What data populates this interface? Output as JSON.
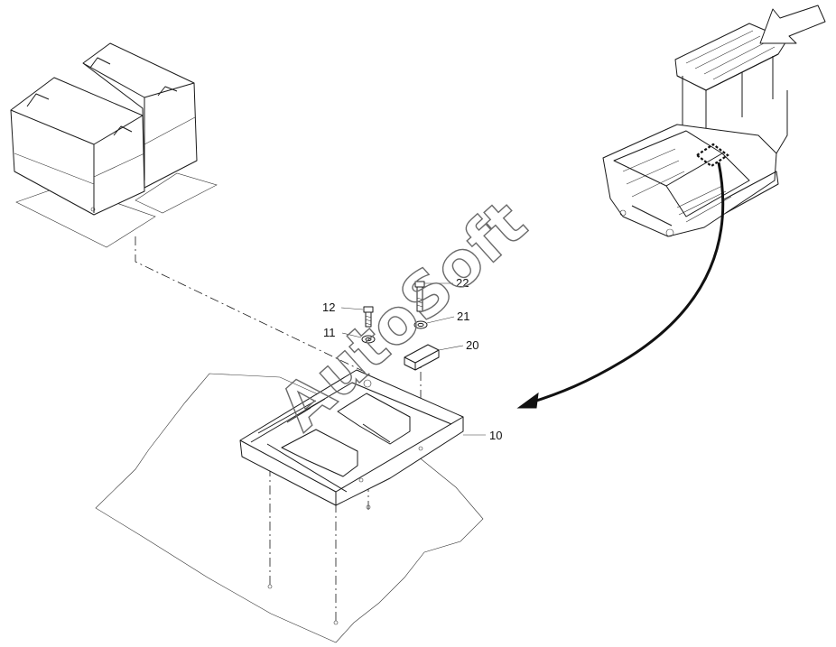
{
  "watermark": {
    "text": "AutoSoft"
  },
  "callouts": [
    {
      "label": "10"
    },
    {
      "label": "11"
    },
    {
      "label": "12"
    },
    {
      "label": "20"
    },
    {
      "label": "21"
    },
    {
      "label": "22"
    }
  ],
  "icons": {
    "view_arrow": "view-direction-arrow-icon",
    "location_arrow": "curved-arrow-icon"
  }
}
